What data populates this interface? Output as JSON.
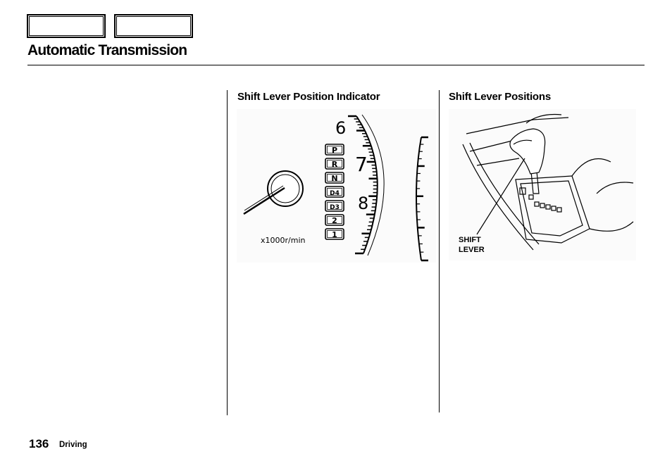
{
  "header": {
    "title": "Automatic Transmission"
  },
  "sections": {
    "indicator": {
      "heading": "Shift Lever Position Indicator",
      "gauge_numbers": [
        "6",
        "7",
        "8"
      ],
      "gear_positions": [
        "P",
        "R",
        "N",
        "D4",
        "D3",
        "2",
        "1"
      ],
      "unit_label": "x1000r/min"
    },
    "lever": {
      "heading": "Shift Lever Positions",
      "label_line1": "SHIFT",
      "label_line2": "LEVER"
    }
  },
  "footer": {
    "page_number": "136",
    "section": "Driving"
  }
}
